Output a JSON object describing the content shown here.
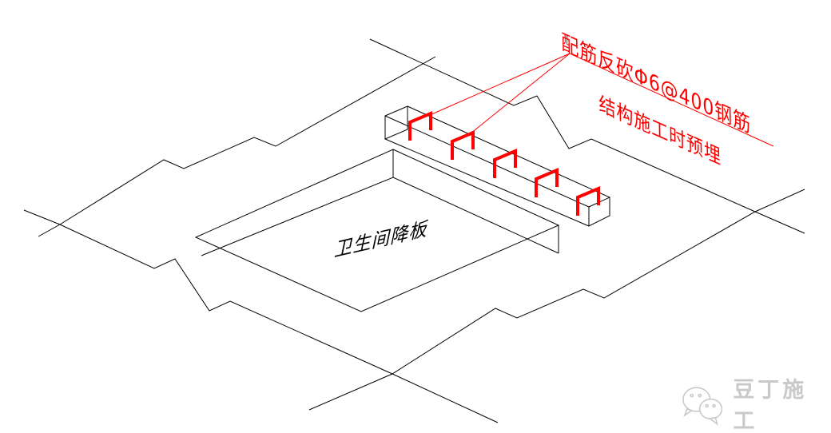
{
  "drawing": {
    "annotation_red_line1": "配筋反砍Φ6@400钢筋",
    "annotation_red_line2": "结构施工时预埋",
    "label_sunken_slab": "卫生间降板",
    "stirrup_count": 5,
    "colors": {
      "background": "#ffffff",
      "line": "#000000",
      "annotation": "#ff0000",
      "watermark": "#c9c9c9"
    }
  },
  "watermark": {
    "text": "豆丁施工"
  }
}
